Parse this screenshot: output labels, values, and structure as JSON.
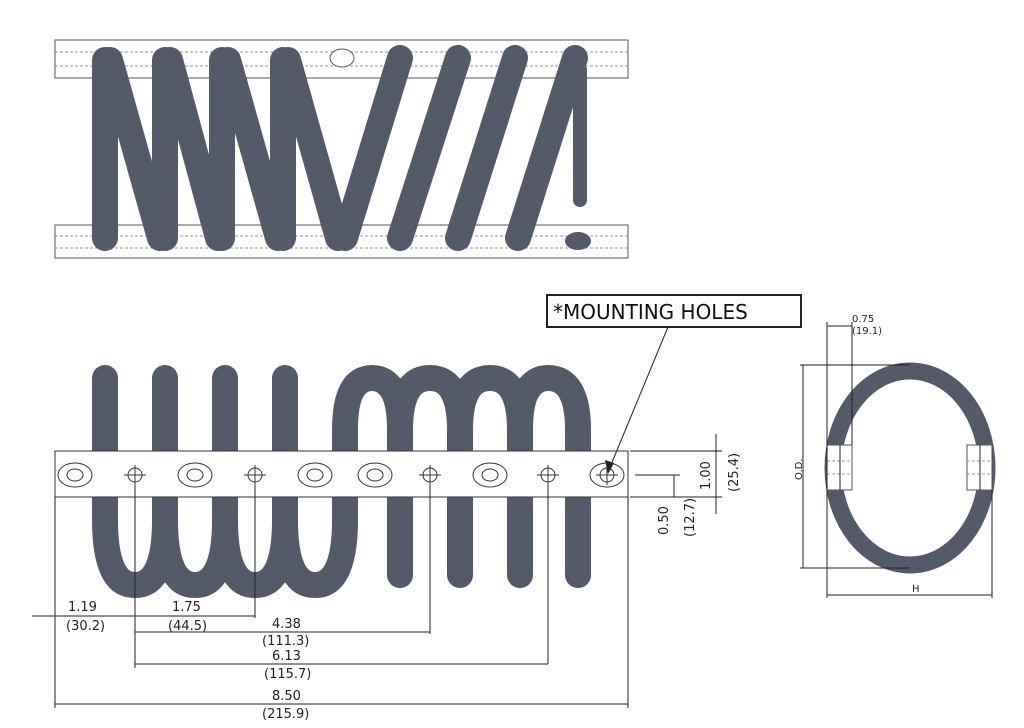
{
  "callout": {
    "label": "*MOUNTING HOLES"
  },
  "dimensions": {
    "d1": {
      "in": "1.19",
      "mm": "(30.2)"
    },
    "d2": {
      "in": "1.75",
      "mm": "(44.5)"
    },
    "d3": {
      "in": "4.38",
      "mm": "(111.3)"
    },
    "d4": {
      "in": "6.13",
      "mm": "(115.7)"
    },
    "d5": {
      "in": "8.50",
      "mm": "(215.9)"
    },
    "height": {
      "in": "1.00",
      "mm": "(25.4)"
    },
    "hole_offset": {
      "in": "0.50",
      "mm": "(12.7)"
    },
    "width": {
      "in": "0.75",
      "mm": "(19.1)"
    },
    "od": "O.D.",
    "h": "H"
  },
  "colors": {
    "coil": "#555a68"
  }
}
